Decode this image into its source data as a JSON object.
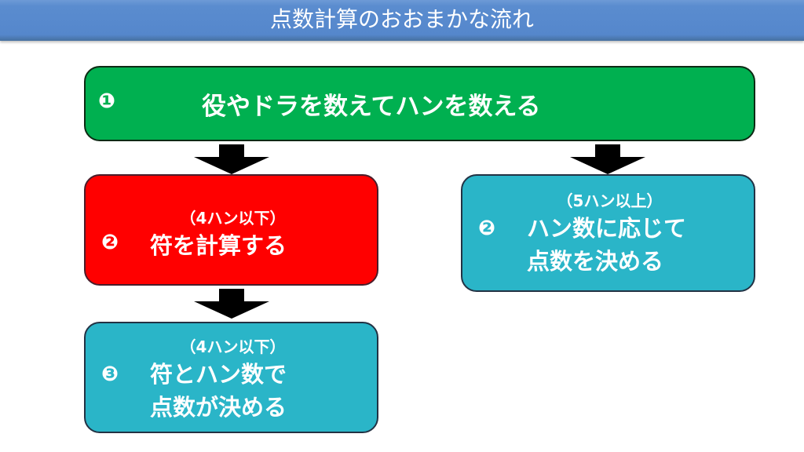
{
  "title": "点数計算のおおまかな流れ",
  "steps": {
    "step1": {
      "number": "❶",
      "text": "役やドラを数えてハンを数える",
      "color": "#00b050"
    },
    "step2_low": {
      "number": "❷",
      "condition": "（4ハン以下）",
      "text": "符を計算する",
      "color": "#ff0000"
    },
    "step2_high": {
      "number": "❷",
      "condition": "（5ハン以上）",
      "line1": "ハン数に応じて",
      "line2": "点数を決める",
      "color": "#2ab5c8"
    },
    "step3": {
      "number": "❸",
      "condition": "（4ハン以下）",
      "line1": "符とハン数で",
      "line2": "点数が決める",
      "color": "#2ab5c8"
    }
  }
}
